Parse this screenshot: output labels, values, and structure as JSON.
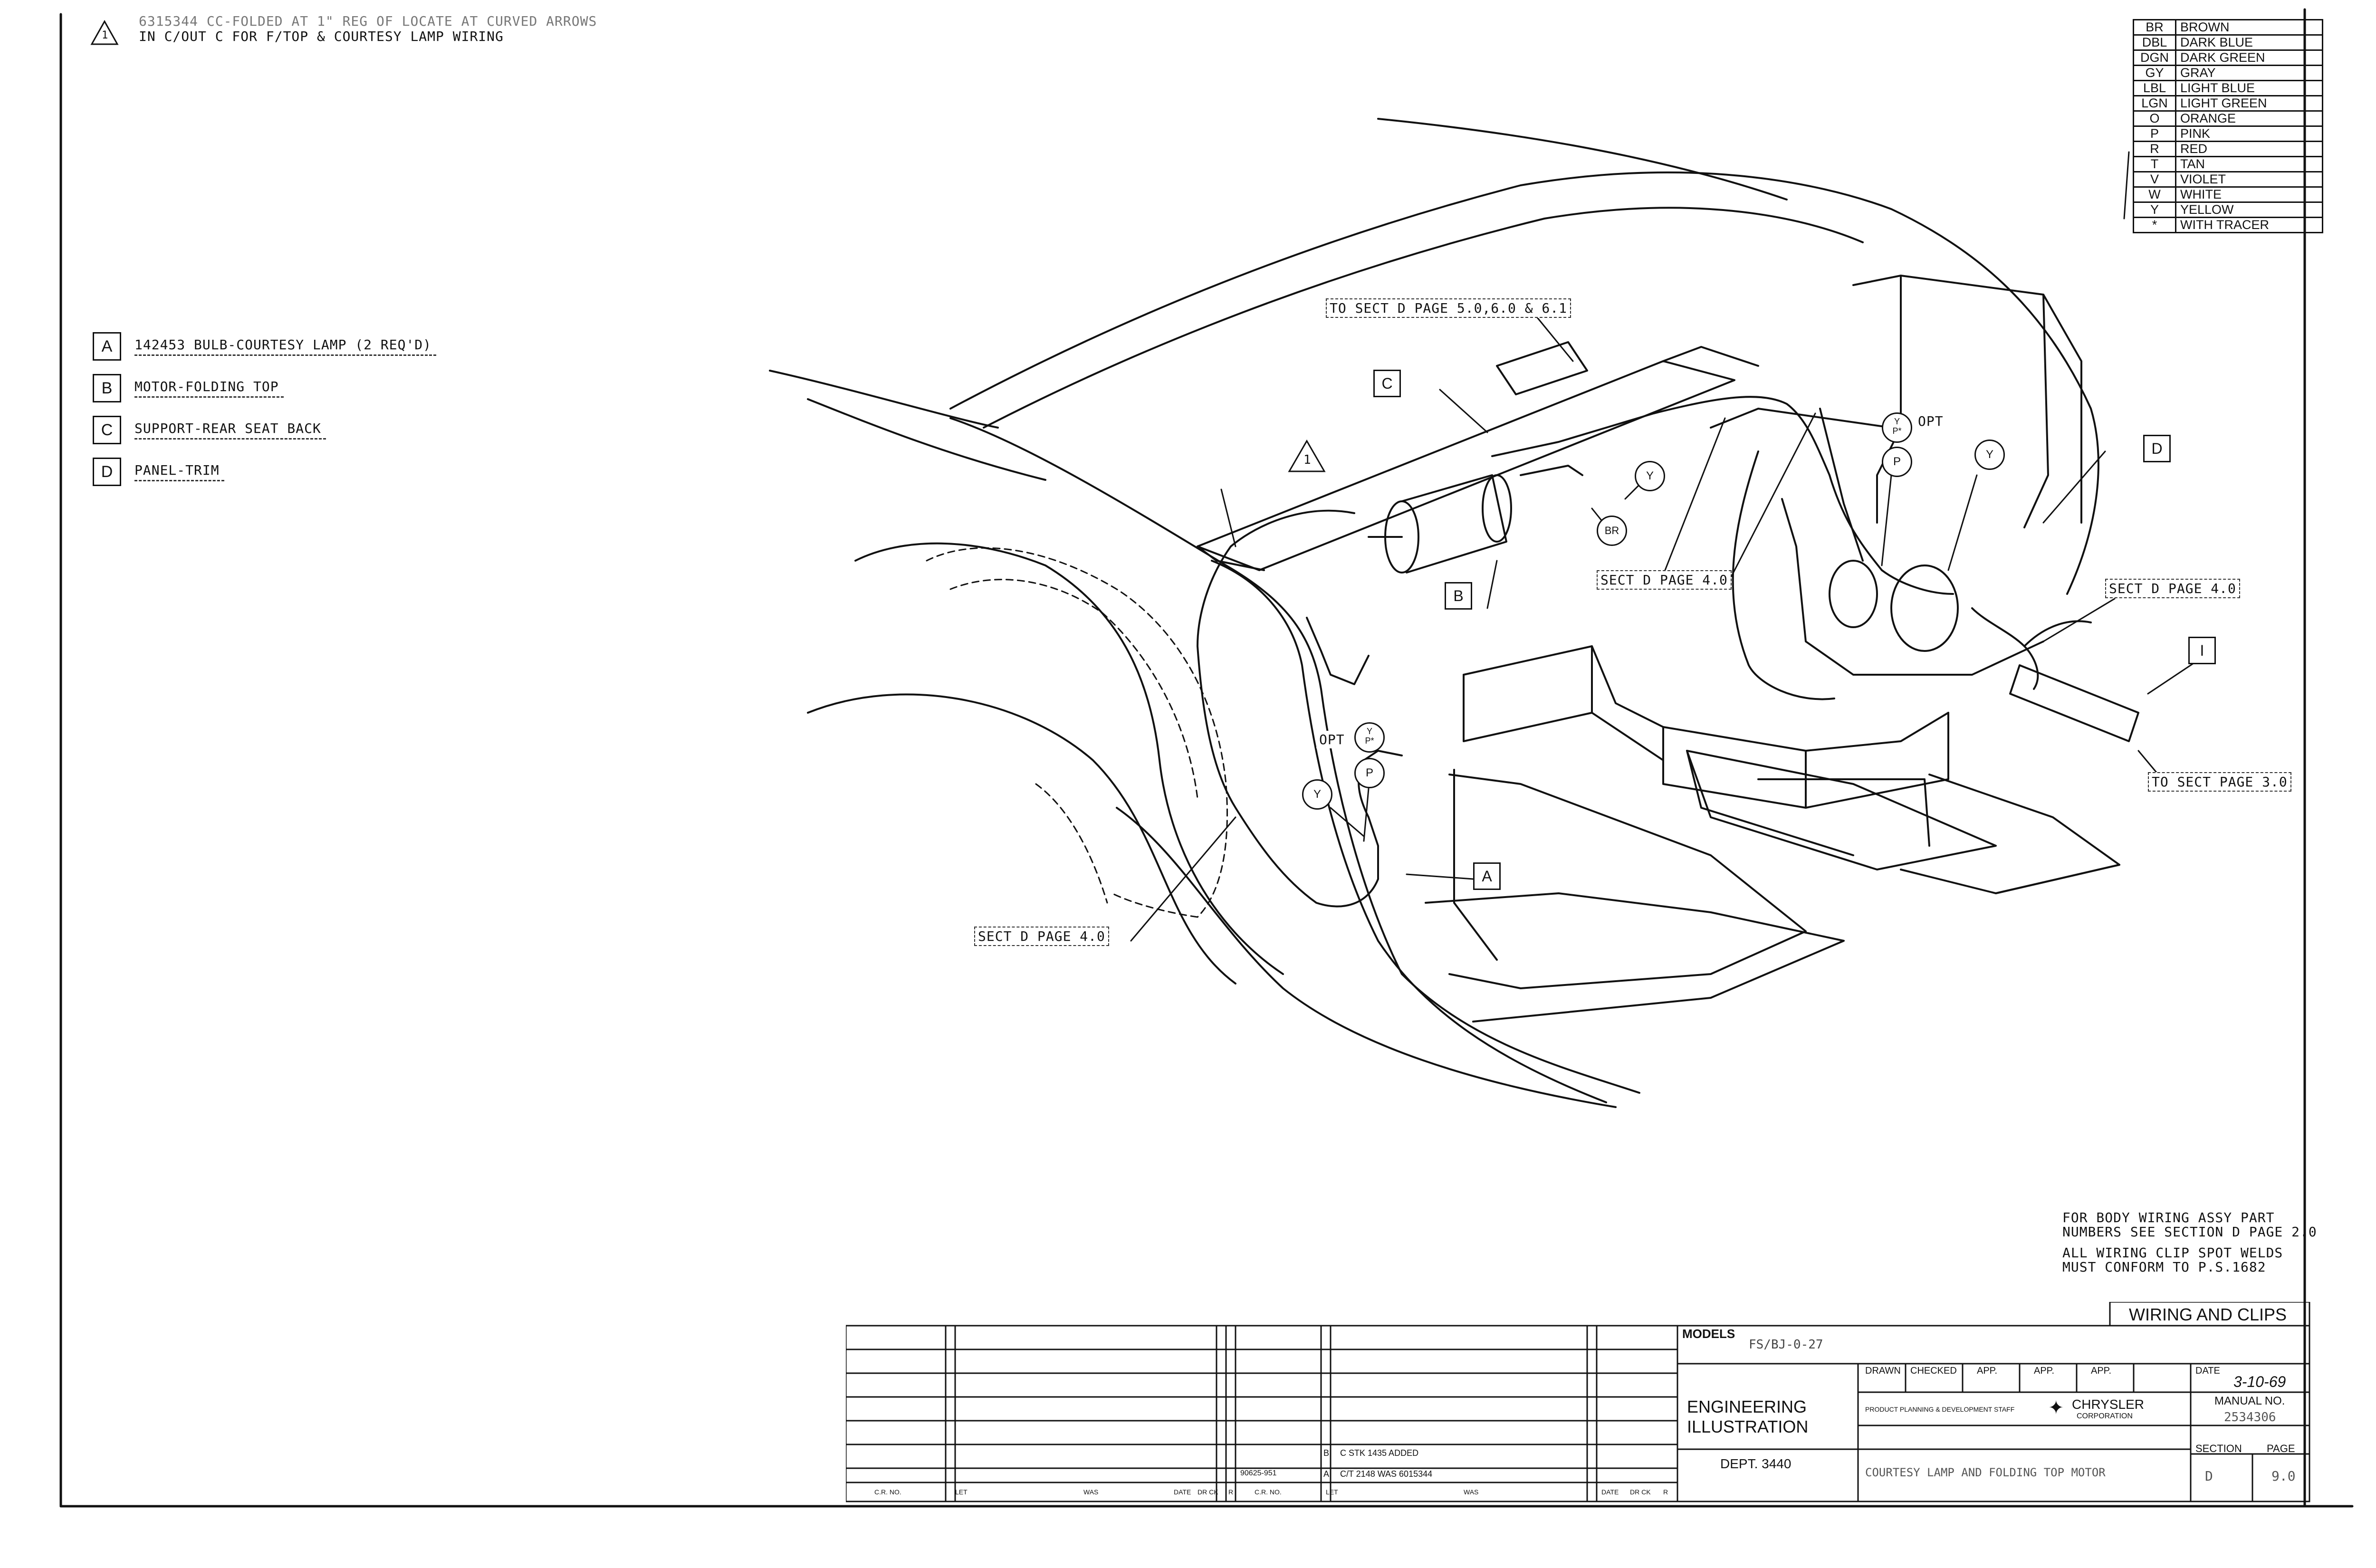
{
  "header_note": {
    "line1": "6315344 CC-FOLDED AT 1\" REG OF LOCATE AT CURVED ARROWS",
    "line2": "IN C/OUT C FOR F/TOP & COURTESY LAMP WIRING",
    "flag": "1"
  },
  "legend": [
    {
      "key": "A",
      "label": "142453 BULB-COURTESY LAMP (2 REQ'D)"
    },
    {
      "key": "B",
      "label": "MOTOR-FOLDING TOP"
    },
    {
      "key": "C",
      "label": "SUPPORT-REAR SEAT BACK"
    },
    {
      "key": "D",
      "label": "PANEL-TRIM"
    }
  ],
  "color_codes": [
    {
      "code": "BR",
      "name": "BROWN"
    },
    {
      "code": "DBL",
      "name": "DARK BLUE"
    },
    {
      "code": "DGN",
      "name": "DARK GREEN"
    },
    {
      "code": "GY",
      "name": "GRAY"
    },
    {
      "code": "LBL",
      "name": "LIGHT BLUE"
    },
    {
      "code": "LGN",
      "name": "LIGHT GREEN"
    },
    {
      "code": "O",
      "name": "ORANGE"
    },
    {
      "code": "P",
      "name": "PINK"
    },
    {
      "code": "R",
      "name": "RED"
    },
    {
      "code": "T",
      "name": "TAN"
    },
    {
      "code": "V",
      "name": "VIOLET"
    },
    {
      "code": "W",
      "name": "WHITE"
    },
    {
      "code": "Y",
      "name": "YELLOW"
    },
    {
      "code": "*",
      "name": "WITH TRACER"
    }
  ],
  "callouts": {
    "to_sect_d_page_5": "TO SECT D PAGE 5.0,6.0 & 6.1",
    "sect_d_page_4_center": "SECT D PAGE 4.0",
    "sect_d_page_4_right": "SECT D PAGE 4.0",
    "sect_d_page_4_left": "SECT D PAGE 4.0",
    "to_sect_page_3": "TO SECT PAGE 3.0",
    "opt_left": "OPT",
    "opt_right": "OPT",
    "key_c": "C",
    "key_b": "B",
    "key_a": "A",
    "key_d": "D",
    "key_i": "I",
    "flag_1": "1",
    "wire_y": "Y",
    "wire_p": "P",
    "wire_br": "BR",
    "wire_y_star": "Y",
    "wire_p_star": "P*"
  },
  "notes": {
    "body_wiring": "FOR BODY WIRING ASSY PART\nNUMBERS SEE SECTION D PAGE 2.0",
    "spot_welds": "ALL WIRING CLIP SPOT WELDS\nMUST CONFORM TO P.S.1682"
  },
  "title_block": {
    "sheet_title": "WIRING AND CLIPS",
    "models_label": "MODELS",
    "models_value": "FS/BJ-0-27",
    "dept_title_1": "ENGINEERING",
    "dept_title_2": "ILLUSTRATION",
    "dept": "DEPT. 3440",
    "drawn_label": "DRAWN",
    "checked_label": "CHECKED",
    "app_label_1": "APP.",
    "app_label_2": "APP.",
    "app_label_3": "APP.",
    "date_label": "DATE",
    "date_value": "3-10-69",
    "manual_label": "MANUAL NO.",
    "manual_value": "2534306",
    "section_label": "SECTION",
    "section_value": "D",
    "page_label": "PAGE",
    "page_value": "9.0",
    "planning": "PRODUCT PLANNING & DEVELOPMENT STAFF",
    "brand_1": "CHRYSLER",
    "brand_2": "CORPORATION",
    "description": "COURTESY LAMP AND FOLDING TOP MOTOR",
    "revision_1": "C STK 1435 ADDED",
    "revision_2": "C/T 2148 WAS 6015344",
    "revision_ref": "90625-951",
    "rev_sym_a": "A",
    "rev_sym_b": "B",
    "col_cr_no": "C.R. NO.",
    "col_let": "LET",
    "col_was": "WAS",
    "col_date": "DATE",
    "col_dr_ck": "DR CK",
    "col_r": "R"
  }
}
